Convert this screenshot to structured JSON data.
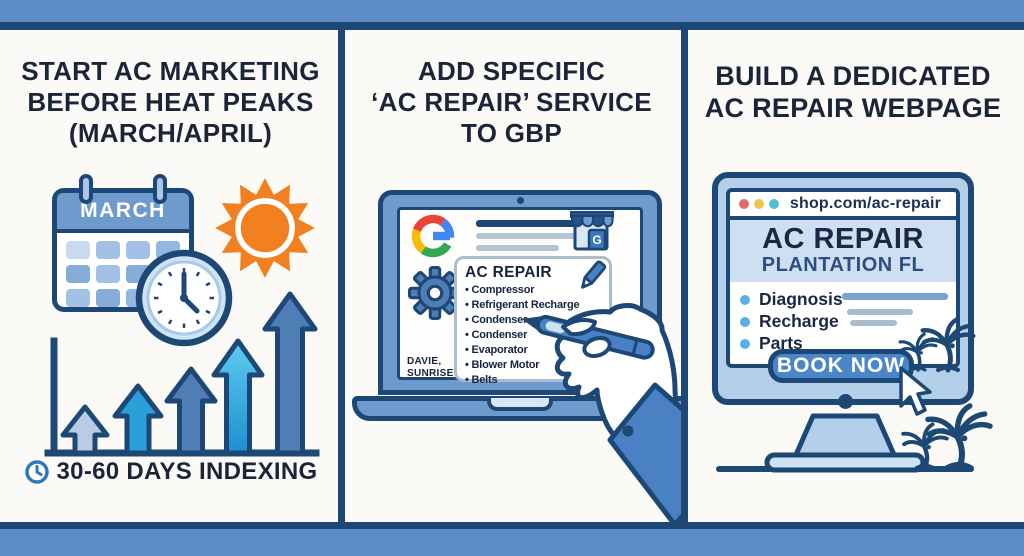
{
  "colors": {
    "outline_navy": "#1d4875",
    "text_navy": "#1b2438",
    "band_blue": "#5d8bc6",
    "frame_blue": "#6e9ace",
    "bezel_blue": "#b3cfea",
    "button_blue": "#4b86ca",
    "sun_orange": "#f28021",
    "arrow_light": "#b9cbe6",
    "arrow_bright": "#2b9fd9",
    "arrow_steel": "#4f7db6",
    "arrow_cyan": "#55c3ea",
    "bullet_blue": "#56b2e4"
  },
  "left_panel": {
    "title_lines": [
      "START AC MARKETING",
      "BEFORE HEAT PEAKS",
      "(MARCH/APRIL)"
    ],
    "calendar_month": "MARCH",
    "indexing_label": "30-60 DAYS INDEXING"
  },
  "middle_panel": {
    "title_lines": [
      "ADD SPECIFIC",
      "‘AC REPAIR’ SERVICE",
      "TO GBP"
    ],
    "gbp_card": {
      "title": "AC REPAIR",
      "services": [
        "Compressor",
        "Refrigerant Recharge",
        "Condenser",
        "Condenser",
        "Evaporator",
        "Blower Motor",
        "Belts"
      ]
    },
    "gbp_icon_letter": "G",
    "service_areas": [
      "DAVIE,",
      "SUNRISE"
    ]
  },
  "right_panel": {
    "title_lines": [
      "BUILD A DEDICATED",
      "AC REPAIR WEBPAGE"
    ],
    "browser_url": "shop.com/ac-repair",
    "page_heading": "AC REPAIR",
    "page_subheading": "PLANTATION FL",
    "services": [
      "Diagnosis",
      "Recharge",
      "Parts"
    ],
    "cta_button": "BOOK NOW"
  }
}
